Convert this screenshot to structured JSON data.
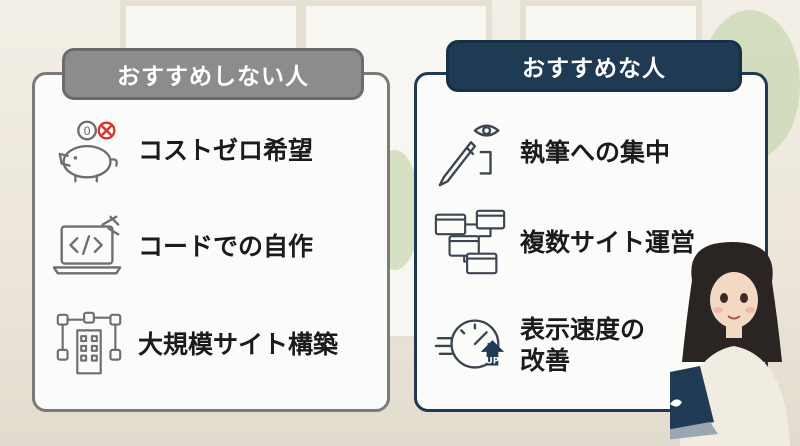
{
  "left_panel": {
    "title": "おすすめしない人",
    "items": [
      {
        "label": "コストゼロ希望",
        "icon": "piggy-bank-icon"
      },
      {
        "label": "コードでの自作",
        "icon": "code-laptop-icon"
      },
      {
        "label": "大規模サイト構築",
        "icon": "large-building-icon"
      }
    ]
  },
  "right_panel": {
    "title": "おすすめな人",
    "items": [
      {
        "label": "執筆への集中",
        "icon": "pen-eye-icon"
      },
      {
        "label": "複数サイト運営",
        "icon": "multiple-windows-icon"
      },
      {
        "label_line1": "表示速度の",
        "label_line2": "改善",
        "icon": "speed-gauge-icon",
        "badge": "UP"
      }
    ]
  },
  "piggy_badge": "0",
  "colors": {
    "left_accent": "#8c8c8c",
    "right_accent": "#1f3a53",
    "cross": "#d9342b"
  }
}
